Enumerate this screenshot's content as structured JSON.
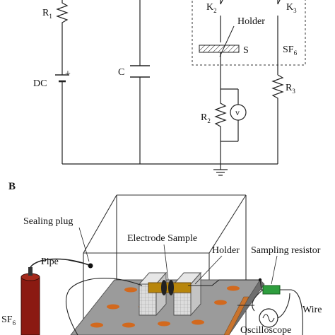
{
  "panel_b": {
    "letter": "B"
  },
  "circuit": {
    "r1": {
      "main": "R",
      "sub": "1"
    },
    "r2": {
      "main": "R",
      "sub": "2"
    },
    "r3": {
      "main": "R",
      "sub": "3"
    },
    "k2": {
      "main": "K",
      "sub": "2"
    },
    "k3": {
      "main": "K",
      "sub": "3"
    },
    "capacitor": "C",
    "source": "DC",
    "plus": "+",
    "holder": "Holder",
    "sample": "S",
    "gas": {
      "main": "SF",
      "sub": "6"
    },
    "voltmeter": "v"
  },
  "setup": {
    "sealing_plug": "Sealing plug",
    "pipe": "Pipe",
    "electrode_sample": "Electrode Sample",
    "holder": "Holder",
    "sampling_resistor": "Sampling resistor",
    "wire": "Wire",
    "oscilloscope": "Oscilloscope",
    "cylinder": {
      "main": "SF",
      "sub": "6"
    }
  },
  "colors": {
    "cylinder": "#8b1a12",
    "plate": "#9b9b9b",
    "holes": "#d2691e",
    "sample": "#b8860b",
    "resistor": "#2e9e3e",
    "rail": "#c9742e"
  }
}
